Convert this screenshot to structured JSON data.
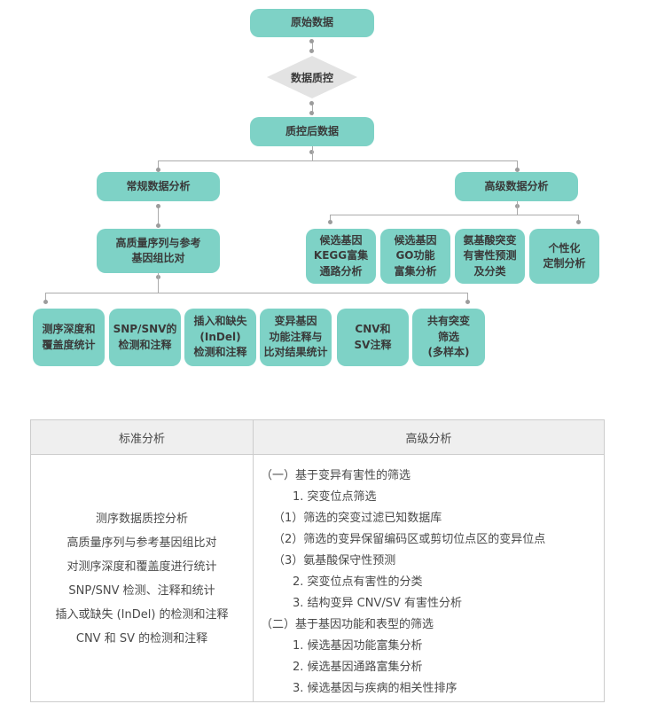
{
  "colors": {
    "node_fill": "#7ed2c6",
    "diamond_fill": "#e3e3e3",
    "connector": "#ababab",
    "table_border": "#cccccc",
    "table_header_bg": "#efefef",
    "node_text": "#3a3a3a",
    "table_text": "#4a4a4a"
  },
  "flowchart": {
    "raw_data": "原始数据",
    "qc_diamond": "数据质控",
    "qc_data": "质控后数据",
    "regular_analysis": "常规数据分析",
    "advanced_analysis": "高级数据分析",
    "alignment": "高质量序列与参考\n基因组比对",
    "advanced_children": [
      {
        "label": "候选基因\nKEGG富集\n通路分析"
      },
      {
        "label": "候选基因\nGO功能\n富集分析"
      },
      {
        "label": "氨基酸突变\n有害性预测\n及分类"
      },
      {
        "label": "个性化\n定制分析"
      }
    ],
    "basic_children": [
      {
        "label": "测序深度和\n覆盖度统计"
      },
      {
        "label": "SNP/SNV的\n检测和注释"
      },
      {
        "label": "插入和缺失\n(InDel)\n检测和注释"
      },
      {
        "label": "变异基因\n功能注释与\n比对结果统计"
      },
      {
        "label": "CNV和\nSV注释"
      },
      {
        "label": "共有突变\n筛选\n(多样本)"
      }
    ]
  },
  "table": {
    "headers": [
      "标准分析",
      "高级分析"
    ],
    "standard_items": [
      "测序数据质控分析",
      "高质量序列与参考基因组比对",
      "对测序深度和覆盖度进行统计",
      "SNP/SNV 检测、注释和统计",
      "插入或缺失 (InDel) 的检测和注释",
      "CNV 和 SV 的检测和注释"
    ],
    "advanced_items": [
      "（一）基于变异有害性的筛选",
      "1. 突变位点筛选",
      "（1）筛选的突变过滤已知数据库",
      "（2）筛选的变异保留编码区或剪切位点区的变异位点",
      "（3）氨基酸保守性预测",
      "2. 突变位点有害性的分类",
      "3. 结构变异 CNV/SV 有害性分析",
      "（二）基于基因功能和表型的筛选",
      "1. 候选基因功能富集分析",
      "2. 候选基因通路富集分析",
      "3. 候选基因与疾病的相关性排序"
    ]
  }
}
